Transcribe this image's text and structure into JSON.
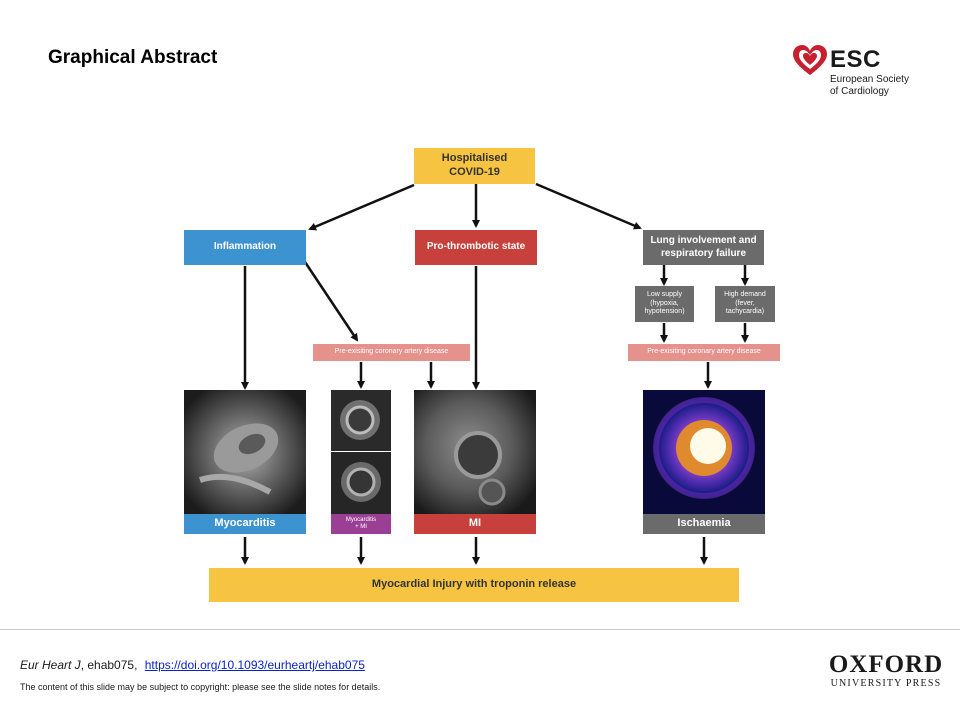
{
  "slide": {
    "title": "Graphical Abstract"
  },
  "esc_logo": {
    "wordmark": "ESC",
    "line1": "European Society",
    "line2": "of Cardiology",
    "color": "#c8202f"
  },
  "diagram": {
    "root": {
      "line1": "Hospitalised",
      "line2": "COVID-19"
    },
    "inflammation": "Inflammation",
    "prothrombotic": "Pro-thrombotic state",
    "lung": {
      "line1": "Lung involvement and",
      "line2": "respiratory failure"
    },
    "low_supply": {
      "line1": "Low supply",
      "line2": "(hypoxia,",
      "line3": "hypotension)"
    },
    "high_demand": {
      "line1": "High demand",
      "line2": "(fever,",
      "line3": "tachycardia)"
    },
    "pre_cad_left": "Pre-exisiting coronary artery disease",
    "pre_cad_right": "Pre-exisiting coronary artery disease",
    "myocarditis": "Myocarditis",
    "myocarditis_mi": {
      "line1": "Myocarditis",
      "line2": "+ MI"
    },
    "mi": "MI",
    "ischaemia": "Ischaemia",
    "outcome": "Myocardial Injury with troponin release",
    "colors": {
      "yellow": "#f6c441",
      "blue": "#3d92d0",
      "red": "#c8403b",
      "gray": "#6b6b6b",
      "pink": "#e5918c",
      "purple": "#9a3f93"
    }
  },
  "footer": {
    "journal": "Eur Heart J",
    "article": ", ehab075,",
    "doi": "https://doi.org/10.1093/eurheartj/ehab075",
    "copyright": "The content of this slide may be subject to copyright: please see the slide notes for details.",
    "publisher_main": "OXFORD",
    "publisher_sub": "UNIVERSITY PRESS"
  }
}
